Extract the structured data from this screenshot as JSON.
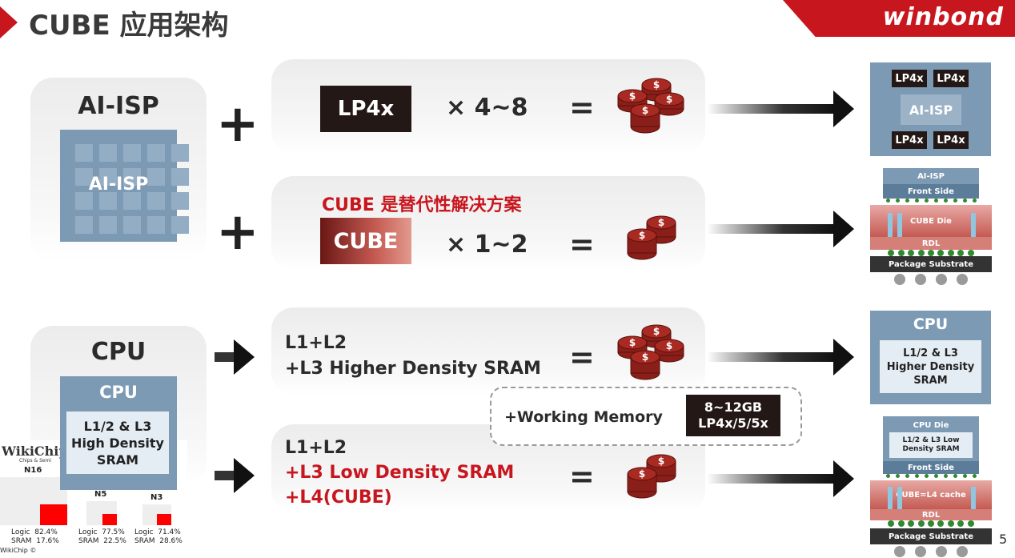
{
  "header": {
    "title": "CUBE 应用架构",
    "logo": "winbond",
    "page_number": "5"
  },
  "row1": {
    "left_label": "AI-ISP",
    "chip_label": "AI-ISP",
    "plus": "+",
    "memory": "LP4x",
    "multiplier": "× 4~8",
    "equals": "=",
    "cost_icon": "money-stack-icon-large",
    "result": {
      "center": "AI-ISP",
      "blocks": [
        "LP4x",
        "LP4x",
        "LP4x",
        "LP4x"
      ]
    }
  },
  "row2": {
    "headline": "CUBE 是替代性解决方案",
    "plus": "+",
    "memory": "CUBE",
    "multiplier": "× 1~2",
    "equals": "=",
    "cost_icon": "money-stack-icon-small",
    "stack": {
      "top": "AI-ISP",
      "front_side": "Front Side",
      "die": "CUBE Die",
      "rdl": "RDL",
      "substrate": "Package Substrate"
    }
  },
  "row3": {
    "left_label": "CPU",
    "chip_title": "CPU",
    "chip_inner": [
      "L1/2 & L3",
      "High Density",
      "SRAM"
    ],
    "line1": "L1+L2",
    "line2": "+L3 Higher Density SRAM",
    "equals": "=",
    "cost_icon": "money-stack-icon-large",
    "result": {
      "title": "CPU",
      "inner": [
        "L1/2 & L3",
        "Higher Density",
        "SRAM"
      ]
    }
  },
  "working_memory": {
    "label": "+Working Memory",
    "badge": [
      "8~12GB",
      "LP4x/5/5x"
    ]
  },
  "row4": {
    "line1": "L1+L2",
    "line2": "+L3 Low Density SRAM",
    "line3": "+L4(CUBE)",
    "equals": "=",
    "cost_icon": "money-stack-icon-small",
    "stack": {
      "die_title": "CPU Die",
      "inner": [
        "L1/2 & L3 Low",
        "Density SRAM"
      ],
      "front_side": "Front Side",
      "cache": "CUBE=L4 cache",
      "rdl": "RDL",
      "substrate": "Package Substrate"
    }
  },
  "wikichip": {
    "brand": "WikiChip",
    "tagline": "Chips & Semi",
    "copyright": "WikiChip ©",
    "nodes": [
      {
        "name": "N16",
        "logic": "Logic  82.4%",
        "sram": "SRAM  17.6%",
        "sram_share": 17.6
      },
      {
        "name": "N5",
        "logic": "Logic  77.5%",
        "sram": "SRAM  22.5%",
        "sram_share": 22.5
      },
      {
        "name": "N3",
        "logic": "Logic  71.4%",
        "sram": "SRAM  28.6%",
        "sram_share": 28.6
      }
    ]
  },
  "colors": {
    "accent": "#c8161e",
    "chip_blue": "#7d9ab4",
    "dark": "#231815",
    "cube_red": "#a33b34"
  }
}
